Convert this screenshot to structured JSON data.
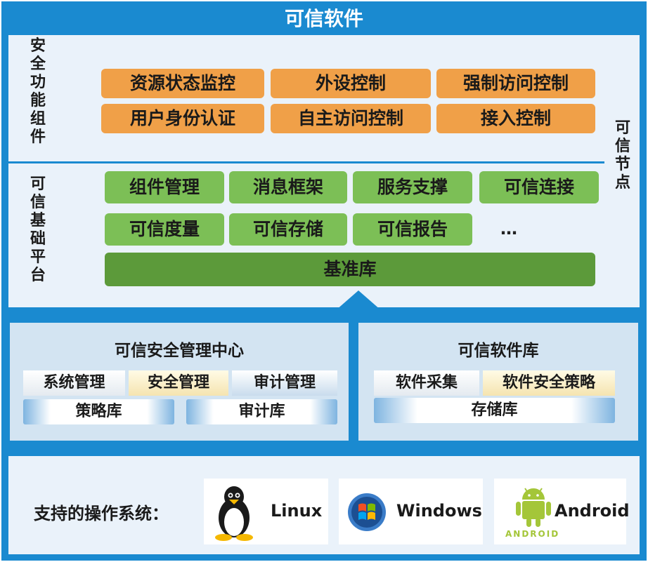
{
  "title": "可信软件",
  "node": {
    "side_label": "可信节点",
    "security_label": "安全功能组件",
    "platform_label": "可信基础平台",
    "security_items": [
      "资源状态监控",
      "外设控制",
      "强制访问控制",
      "用户身份认证",
      "自主访问控制",
      "接入控制"
    ],
    "platform_items": [
      "组件管理",
      "消息框架",
      "服务支撑",
      "可信连接",
      "可信度量",
      "可信存储",
      "可信报告"
    ],
    "ellipsis": "…",
    "base": "基准库"
  },
  "center": {
    "title": "可信安全管理中心",
    "cells": [
      "系统管理",
      "安全管理",
      "审计管理"
    ],
    "dbs": [
      "策略库",
      "审计库"
    ]
  },
  "library": {
    "title": "可信软件库",
    "cells": [
      "软件采集",
      "软件安全策略"
    ],
    "db": "存储库"
  },
  "os": {
    "label": "支持的操作系统：",
    "items": [
      {
        "name": "Linux",
        "icon": "tux-penguin-icon"
      },
      {
        "name": "Windows",
        "icon": "windows-logo-icon"
      },
      {
        "name": "Android",
        "icon": "android-robot-icon",
        "wordmark": "ANDROID"
      }
    ]
  },
  "colors": {
    "frame": "#1a8ad0",
    "security": "#f0a048",
    "platform": "#7cbf56",
    "base": "#5c9a3a",
    "panel": "#eaf2fa",
    "mid_panel": "#d3e4f2",
    "android": "#a4c639"
  }
}
